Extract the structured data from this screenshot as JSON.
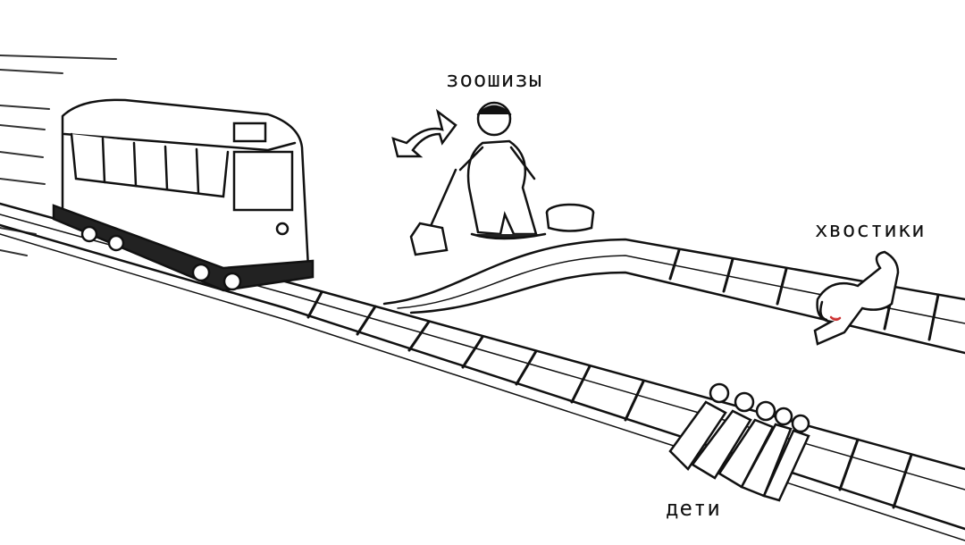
{
  "labels": {
    "lever_person": "зоошизы",
    "branch_track": "хвостики",
    "main_track": "дети"
  },
  "colors": {
    "ink": "#111111",
    "background": "#ffffff",
    "shade": "#bbbbbb"
  }
}
